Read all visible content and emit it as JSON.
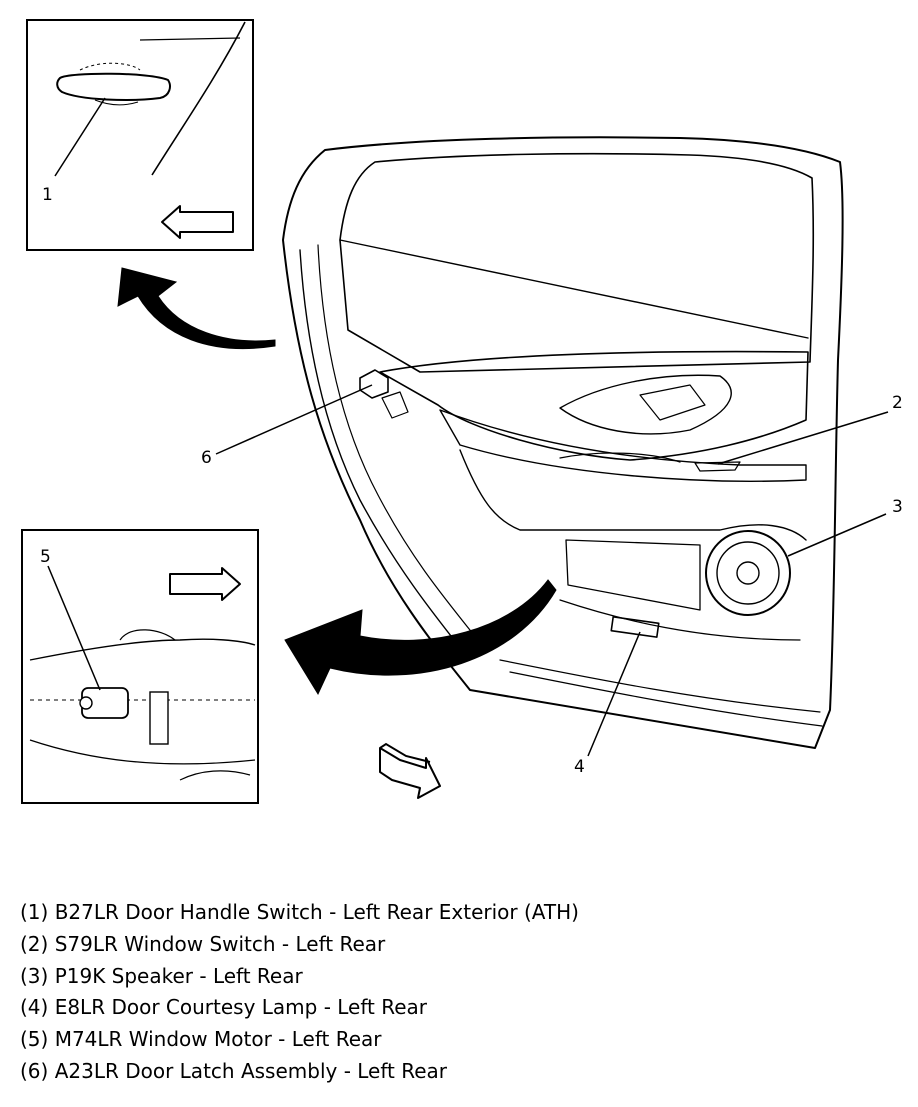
{
  "callouts": {
    "c1": "1",
    "c2": "2",
    "c3": "3",
    "c4": "4",
    "c5": "5",
    "c6": "6"
  },
  "legend": [
    "(1) B27LR Door Handle Switch - Left Rear Exterior (ATH)",
    "(2) S79LR Window Switch - Left Rear",
    "(3) P19K Speaker - Left Rear",
    "(4) E8LR Door Courtesy Lamp - Left Rear",
    "(5) M74LR Window Motor - Left Rear",
    "(6) A23LR Door Latch Assembly - Left Rear"
  ]
}
